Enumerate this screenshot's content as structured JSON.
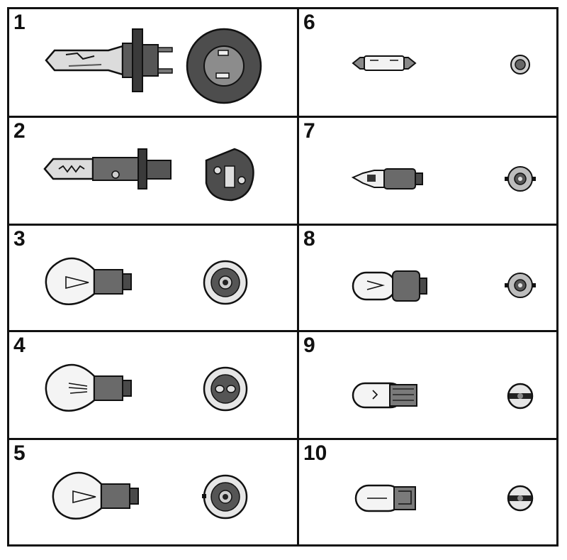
{
  "figure": {
    "cells": [
      {
        "number": "1",
        "side_icon": "h4-halogen-bulb-icon",
        "end_icon": "h4-socket-end-view-icon"
      },
      {
        "number": "2",
        "side_icon": "h1-halogen-bulb-icon",
        "end_icon": "h1-socket-end-view-icon"
      },
      {
        "number": "3",
        "side_icon": "single-filament-bayonet-bulb-icon",
        "end_icon": "single-contact-base-end-view-icon"
      },
      {
        "number": "4",
        "side_icon": "dual-filament-bayonet-bulb-icon",
        "end_icon": "dual-contact-base-end-view-icon"
      },
      {
        "number": "5",
        "side_icon": "single-filament-bayonet-bulb-icon",
        "end_icon": "offset-pin-base-end-view-icon"
      },
      {
        "number": "6",
        "side_icon": "festoon-bulb-icon",
        "end_icon": "festoon-end-view-icon"
      },
      {
        "number": "7",
        "side_icon": "small-bayonet-bulb-icon",
        "end_icon": "small-bayonet-end-view-icon"
      },
      {
        "number": "8",
        "side_icon": "miniature-bayonet-bulb-icon",
        "end_icon": "miniature-bayonet-end-view-icon"
      },
      {
        "number": "9",
        "side_icon": "wedge-base-bulb-icon",
        "end_icon": "wedge-base-end-view-icon"
      },
      {
        "number": "10",
        "side_icon": "glass-wedge-bulb-icon",
        "end_icon": "glass-wedge-end-view-icon"
      }
    ]
  }
}
